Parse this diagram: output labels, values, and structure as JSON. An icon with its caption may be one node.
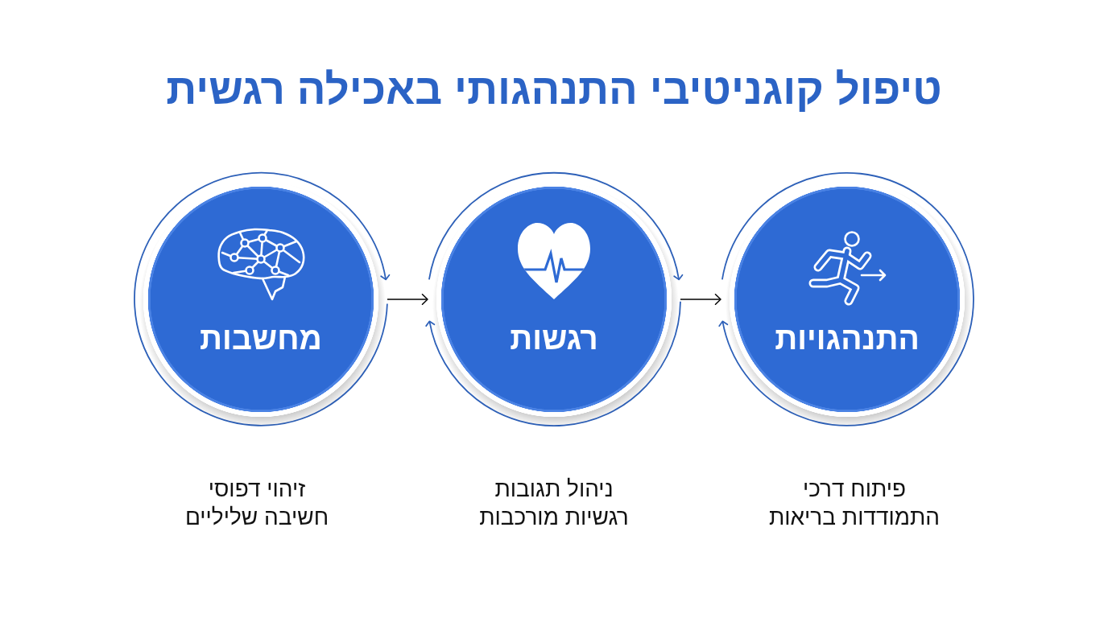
{
  "diagram": {
    "title": "טיפול קוגניטיבי התנהגותי באכילה רגשית",
    "nodes": [
      {
        "text": [
          "מחשבות"
        ],
        "beside": [
          "זיהוי דפוסי חשיבה שליליים"
        ]
      },
      {
        "text": [
          "רגשות"
        ],
        "beside": [
          "ניהול תגובות רגשיות מורכבות"
        ]
      },
      {
        "text": [
          "התנהגויות"
        ],
        "beside": [
          "פיתוח דרכי התמודדות בריאות"
        ]
      }
    ],
    "edges": [
      {
        "from": 0,
        "to": 1,
        "arrow": "to",
        "color": "#000000"
      },
      {
        "from": 1,
        "to": 2,
        "arrow": "to",
        "color": "#000000"
      },
      {
        "from": 0,
        "to": 0,
        "arrow": "to"
      },
      {
        "from": 1,
        "to": 1,
        "arrow": "to"
      },
      {
        "from": 1,
        "to": 1,
        "arrow": "to"
      },
      {
        "from": 2,
        "to": 2,
        "arrow": "to"
      }
    ]
  }
}
